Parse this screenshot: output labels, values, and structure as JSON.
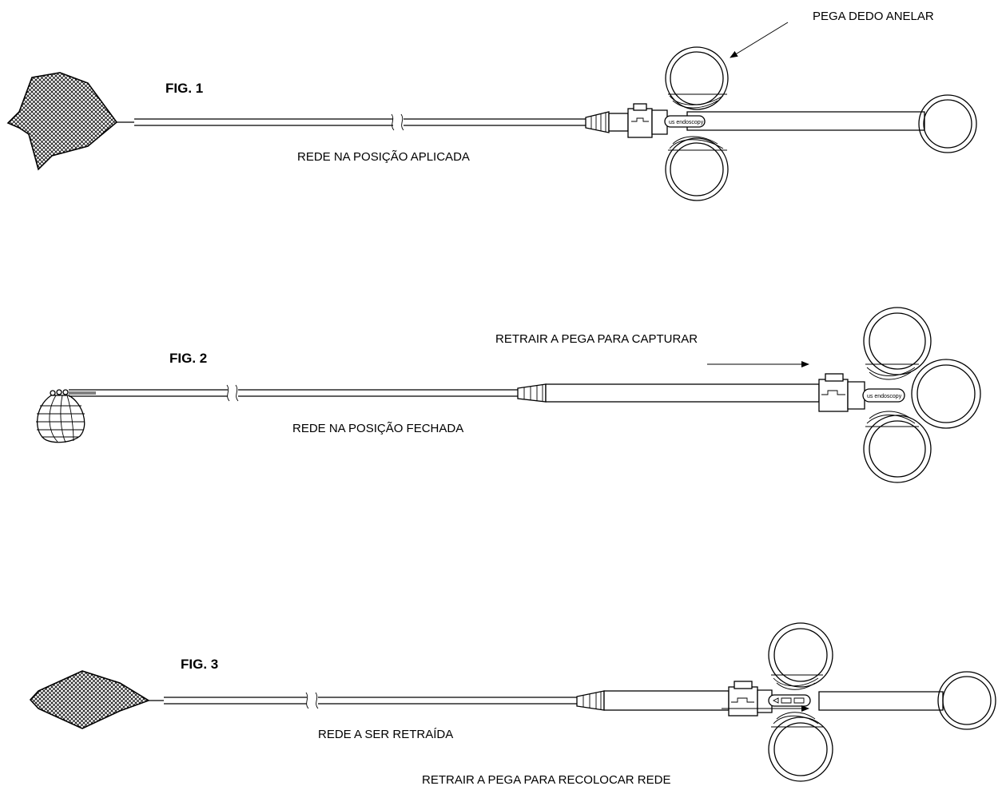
{
  "figures": [
    {
      "title": "FIG. 1",
      "caption": "REDE NA POSIÇÃO APLICADA"
    },
    {
      "title": "FIG. 2",
      "caption": "REDE NA POSIÇÃO FECHADA"
    },
    {
      "title": "FIG. 3",
      "caption": "REDE A SER RETRAÍDA"
    }
  ],
  "annotations": {
    "ring_handle": "PEGA DEDO ANELAR",
    "retract_capture": "RETRAIR A PEGA PARA CAPTURAR",
    "retract_redeploy": "RETRAIR A PEGA PARA RECOLOCAR REDE"
  },
  "brand_label": "us endoscopy",
  "icons": [
    "net-mesh-icon",
    "closed-net-icon",
    "ring-handle-icon",
    "arrow-icon"
  ]
}
